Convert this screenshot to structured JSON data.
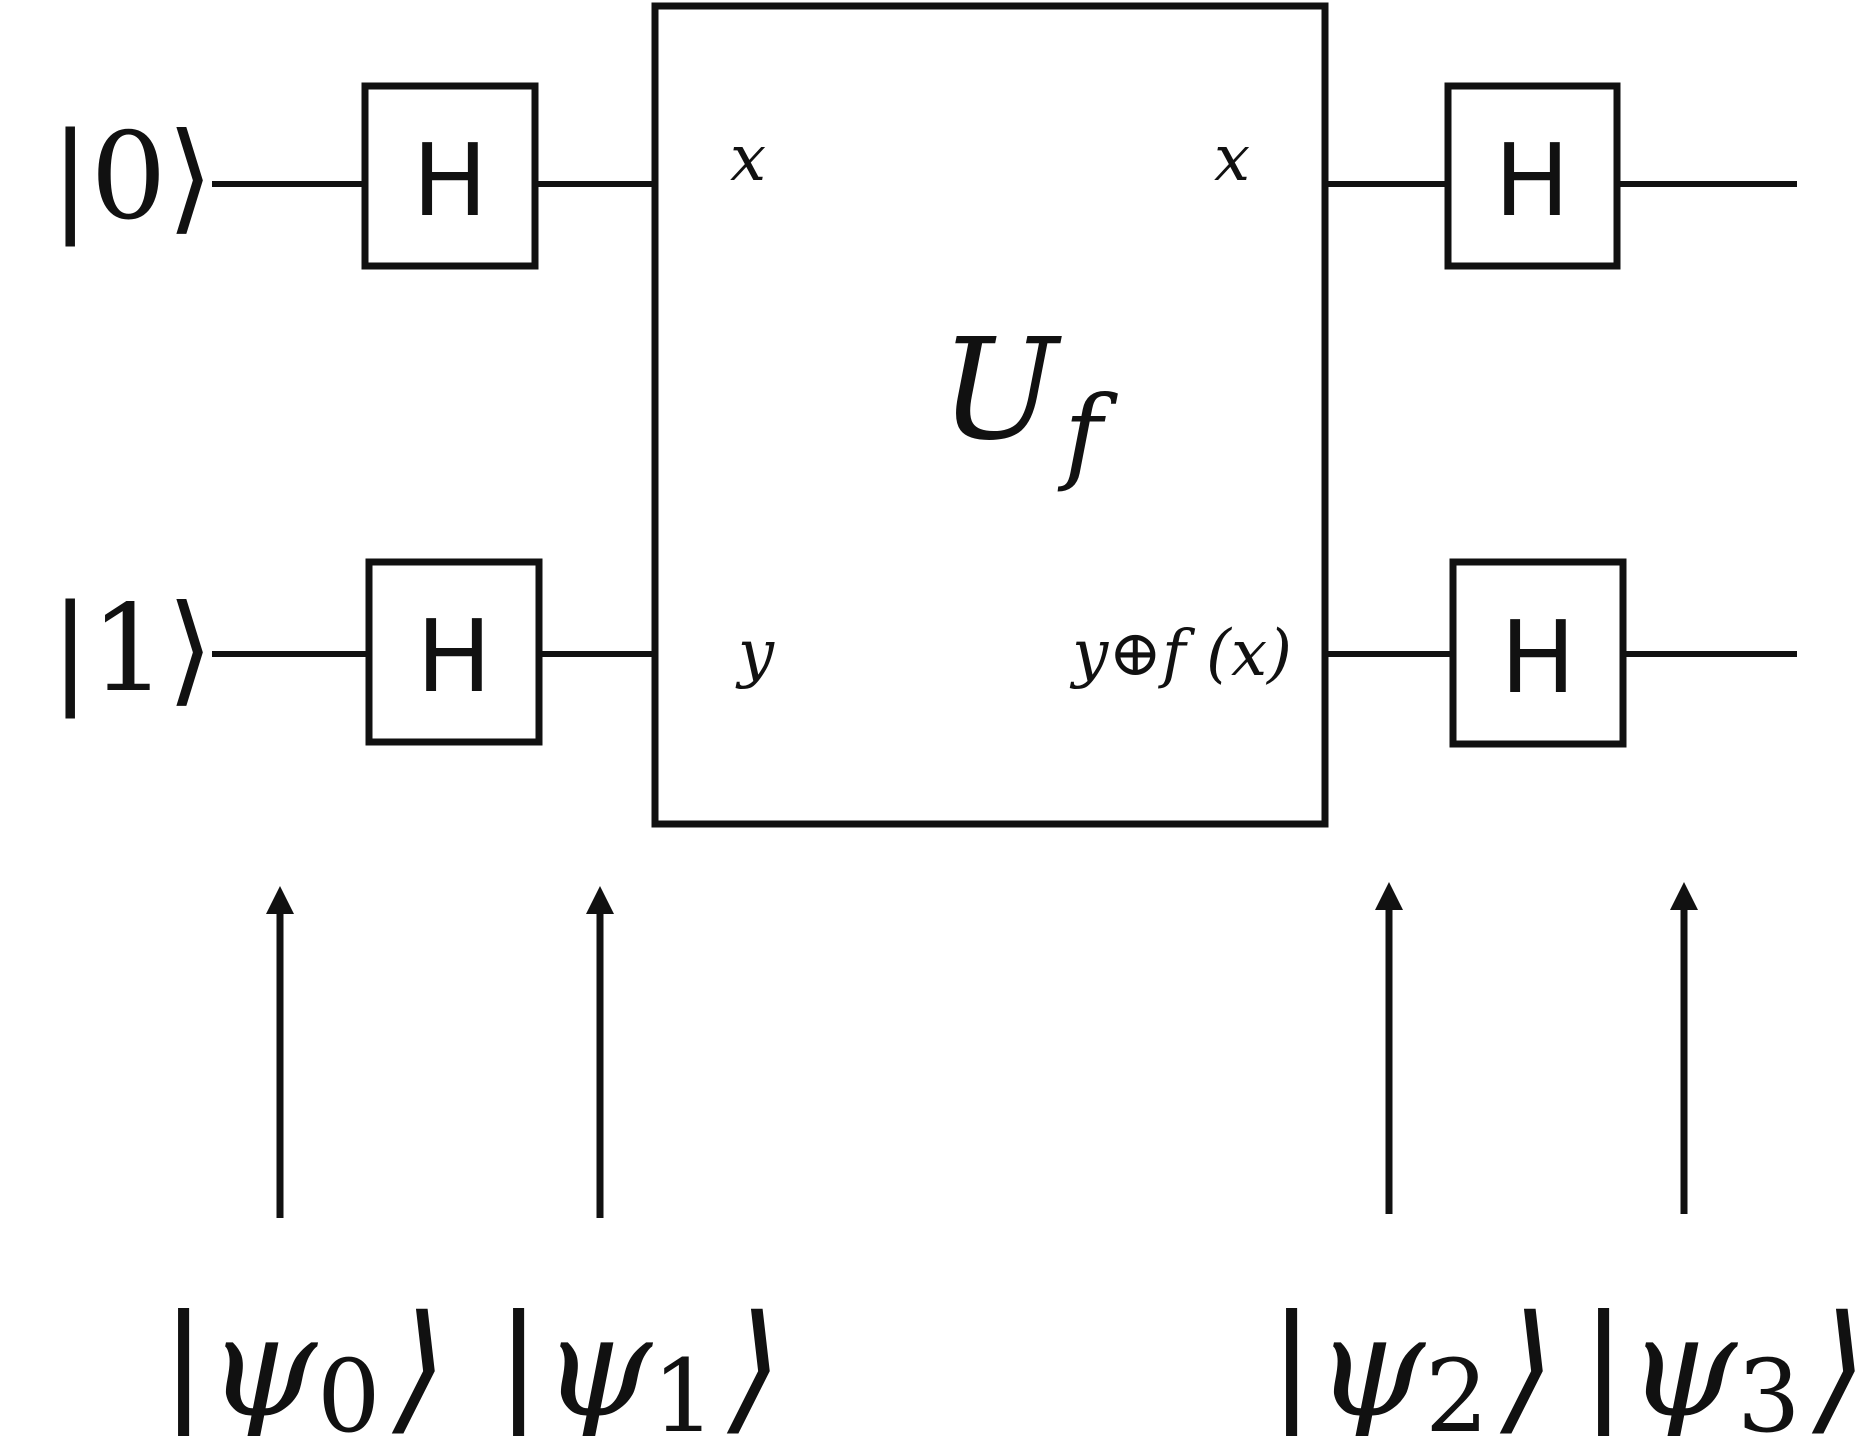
{
  "inputs": {
    "top": "|0⟩",
    "bottom": "|1⟩"
  },
  "gates": {
    "h_top_left": "H",
    "h_bottom_left": "H",
    "h_top_right": "H",
    "h_bottom_right": "H"
  },
  "oracle": {
    "label_main": "U",
    "label_sub": "f",
    "in_top": "x",
    "in_bottom": "y",
    "out_top": "x",
    "out_bottom": "y⊕f (x)"
  },
  "states": [
    {
      "open": "|ψ",
      "sub": "0",
      "close": "⟩"
    },
    {
      "open": "|ψ",
      "sub": "1",
      "close": "⟩"
    },
    {
      "open": "|ψ",
      "sub": "2",
      "close": "⟩"
    },
    {
      "open": "|ψ",
      "sub": "3",
      "close": "⟩"
    }
  ]
}
